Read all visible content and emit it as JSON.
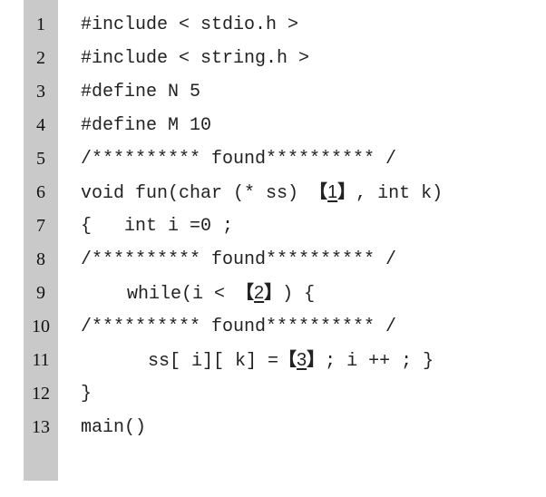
{
  "lines": [
    {
      "num": "1",
      "text": "#include < stdio.h >"
    },
    {
      "num": "2",
      "text": "#include < string.h >"
    },
    {
      "num": "3",
      "text": "#define N 5"
    },
    {
      "num": "4",
      "text": "#define M 10"
    },
    {
      "num": "5",
      "text": "/********** found********** /"
    },
    {
      "num": "6",
      "pre": "void fun(char (* ss) ",
      "blank_open": "【",
      "blank_num": "1",
      "blank_close": "】",
      "post": ", int k)"
    },
    {
      "num": "7",
      "text": "{   int i =0 ;"
    },
    {
      "num": "8",
      "text": "/********** found********** /"
    },
    {
      "num": "9",
      "pre": "while(i < ",
      "blank_open": "【",
      "blank_num": "2",
      "blank_close": "】",
      "post": ") {"
    },
    {
      "num": "10",
      "text": "/********** found********** /"
    },
    {
      "num": "11",
      "pre": "ss[ i][ k] =",
      "blank_open": "【",
      "blank_num": "3",
      "blank_close": "】",
      "post": "; i ++ ; }"
    },
    {
      "num": "12",
      "text": "}"
    },
    {
      "num": "13",
      "text": "main()"
    }
  ]
}
